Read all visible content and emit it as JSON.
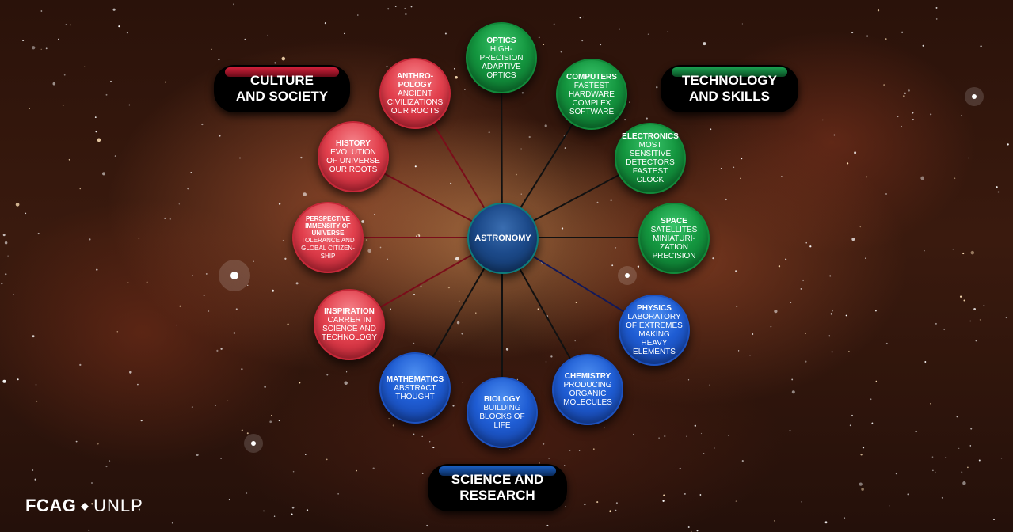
{
  "center": {
    "title": "ASTRONOMY"
  },
  "groups": {
    "culture": "CULTURE\nAND SOCIETY",
    "technology": "TECHNOLOGY\nAND SKILLS",
    "science": "SCIENCE AND\nRESEARCH"
  },
  "nodes": {
    "optics": {
      "title": "OPTICS",
      "desc": "HIGH-PRECISION ADAPTIVE OPTICS"
    },
    "computers": {
      "title": "COMPUTERS",
      "desc": "FASTEST HARDWARE COMPLEX SOFTWARE"
    },
    "electronics": {
      "title": "ELECTRONICS",
      "desc": "MOST SENSITIVE DETECTORS FASTEST CLOCK"
    },
    "space": {
      "title": "SPACE",
      "desc": "SATELLITES MINIATURI-ZATION PRECISION"
    },
    "physics": {
      "title": "PHYSICS",
      "desc": "LABORATORY OF EXTREMES MAKING HEAVY ELEMENTS"
    },
    "chemistry": {
      "title": "CHEMISTRY",
      "desc": "PRODUCING ORGANIC MOLECULES"
    },
    "biology": {
      "title": "BIOLOGY",
      "desc": "BUILDING BLOCKS OF LIFE"
    },
    "mathematics": {
      "title": "MATHEMATICS",
      "desc": "ABSTRACT THOUGHT"
    },
    "inspiration": {
      "title": "INSPIRATION",
      "desc": "CARRER IN SCIENCE AND TECHNOLOGY"
    },
    "perspective": {
      "title": "PERSPECTIVE IMMENSITY OF UNIVERSE",
      "desc": "TOLERANCE AND GLOBAL CITIZEN-SHIP"
    },
    "history": {
      "title": "HISTORY",
      "desc": "EVOLUTION OF UNIVERSE OUR ROOTS"
    },
    "anthropology": {
      "title": "ANTHRO-POLOGY",
      "desc": "ANCIENT CIVILIZATIONS OUR ROOTS"
    }
  },
  "colors": {
    "culture": "#e3414e",
    "technology": "#14963f",
    "science": "#1f5dd4",
    "center": "#1c4a8a"
  },
  "logo": {
    "left": "FCAG",
    "separator": "◆",
    "right": "UNLP"
  }
}
